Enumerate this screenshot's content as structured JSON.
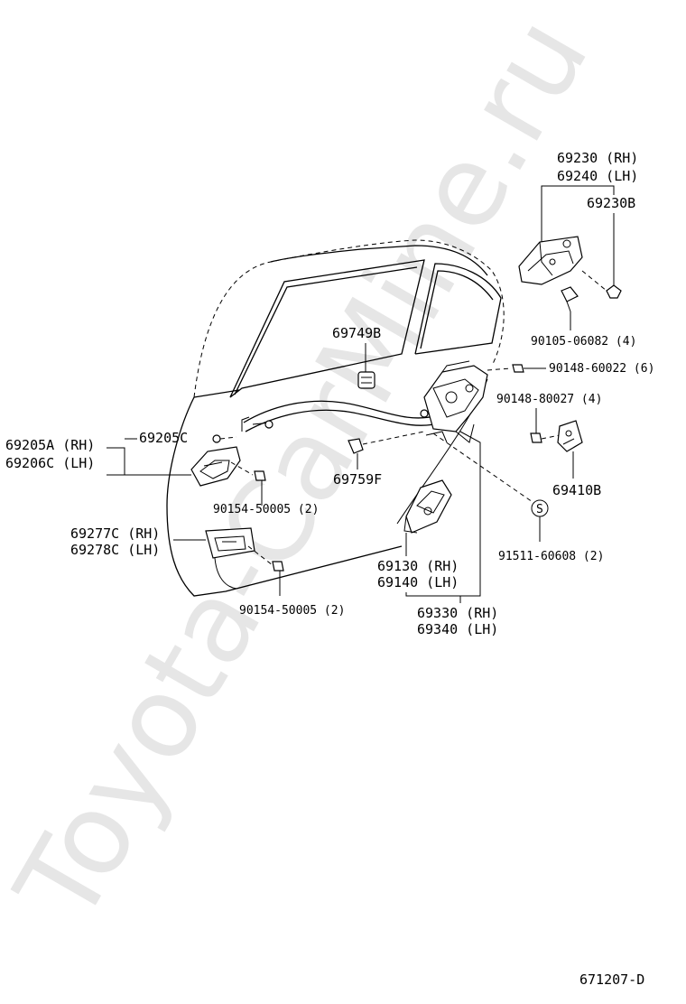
{
  "watermark": "Toyota-CarMine.ru",
  "diagram_code": "671207-D",
  "callouts": {
    "outside_handle_rh": "69230 (RH)",
    "outside_handle_lh": "69240 (LH)",
    "outside_handle_sub": "69230B",
    "bolt_handle": "90105-06082 (4)",
    "clip_69749b": "69749B",
    "screw_60022": "90148-60022 (6)",
    "screw_80027": "90148-80027 (4)",
    "striker_69410b": "69410B",
    "s_marker": "S",
    "s_part": "91511-60608 (2)",
    "inside_handle_a": "69205A (RH)",
    "inside_handle_c": "69206C (LH)",
    "clip_69205c": "69205C",
    "screw_upper": "90154-50005 (2)",
    "clip_69759f": "69759F",
    "bezel_rh": "69277C (RH)",
    "bezel_lh": "69278C (LH)",
    "screw_lower": "90154-50005 (2)",
    "lock_rh": "69130 (RH)",
    "lock_lh": "69140 (LH)",
    "lock_assy_rh": "69330 (RH)",
    "lock_assy_lh": "69340 (LH)"
  }
}
